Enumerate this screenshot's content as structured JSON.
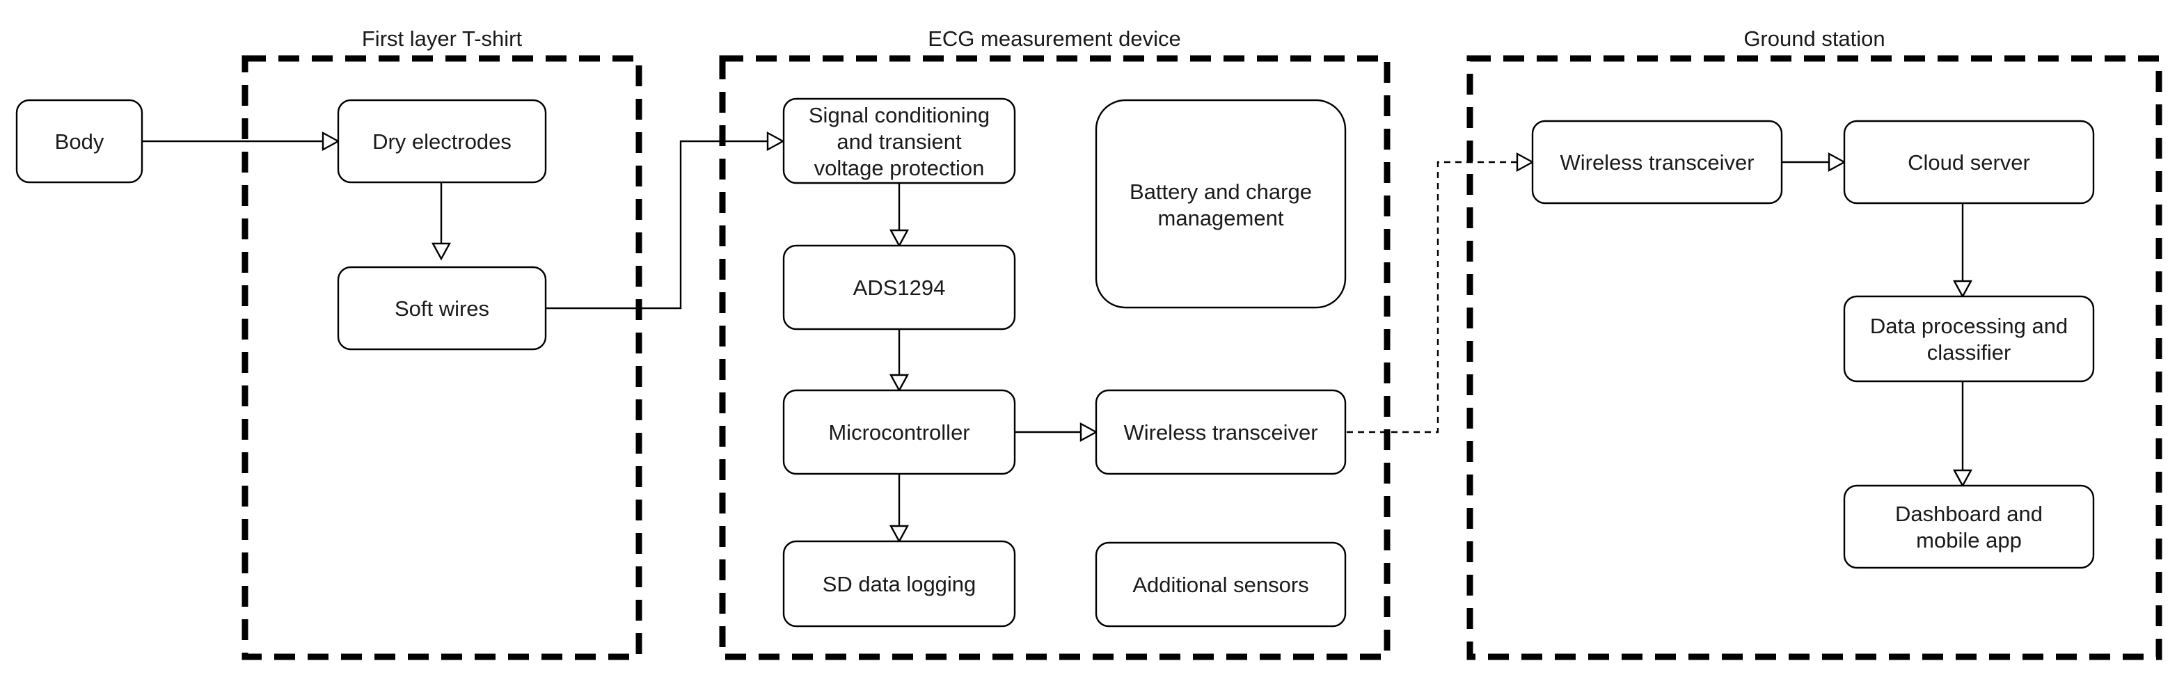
{
  "groups": {
    "tshirt": {
      "label": "First layer T-shirt"
    },
    "device": {
      "label": "ECG measurement device"
    },
    "ground": {
      "label": "Ground station"
    }
  },
  "nodes": {
    "body": {
      "lines": [
        "Body"
      ]
    },
    "dry_electrodes": {
      "lines": [
        "Dry electrodes"
      ]
    },
    "soft_wires": {
      "lines": [
        "Soft wires"
      ]
    },
    "signal_conditioning": {
      "lines": [
        "Signal conditioning",
        "and transient",
        "voltage protection"
      ]
    },
    "battery": {
      "lines": [
        "Battery and charge",
        "management"
      ]
    },
    "ads1294": {
      "lines": [
        "ADS1294"
      ]
    },
    "microcontroller": {
      "lines": [
        "Microcontroller"
      ]
    },
    "device_wireless": {
      "lines": [
        "Wireless transceiver"
      ]
    },
    "sd_logging": {
      "lines": [
        "SD data logging"
      ]
    },
    "additional_sensors": {
      "lines": [
        "Additional sensors"
      ]
    },
    "ground_wireless": {
      "lines": [
        "Wireless transceiver"
      ]
    },
    "cloud_server": {
      "lines": [
        "Cloud server"
      ]
    },
    "data_processing": {
      "lines": [
        "Data processing and",
        "classifier"
      ]
    },
    "dashboard": {
      "lines": [
        "Dashboard and",
        "mobile app"
      ]
    }
  },
  "edges": [
    {
      "from": "body",
      "to": "dry_electrodes",
      "style": "solid"
    },
    {
      "from": "dry_electrodes",
      "to": "soft_wires",
      "style": "solid"
    },
    {
      "from": "soft_wires",
      "to": "signal_conditioning",
      "style": "solid"
    },
    {
      "from": "signal_conditioning",
      "to": "ads1294",
      "style": "solid"
    },
    {
      "from": "ads1294",
      "to": "microcontroller",
      "style": "solid"
    },
    {
      "from": "microcontroller",
      "to": "device_wireless",
      "style": "solid"
    },
    {
      "from": "microcontroller",
      "to": "sd_logging",
      "style": "solid"
    },
    {
      "from": "device_wireless",
      "to": "ground_wireless",
      "style": "dashed"
    },
    {
      "from": "ground_wireless",
      "to": "cloud_server",
      "style": "solid"
    },
    {
      "from": "cloud_server",
      "to": "data_processing",
      "style": "solid"
    },
    {
      "from": "data_processing",
      "to": "dashboard",
      "style": "solid"
    }
  ]
}
